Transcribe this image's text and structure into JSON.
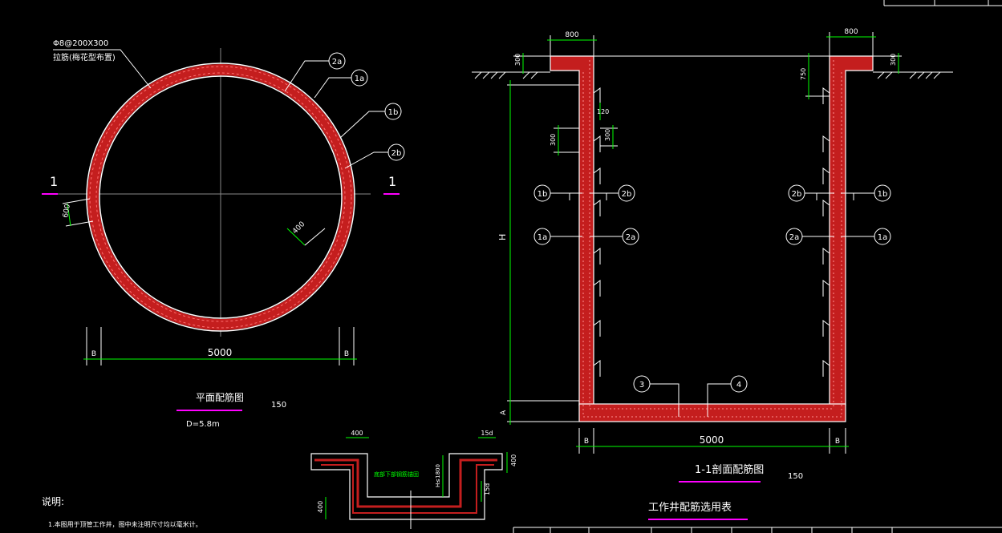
{
  "plan": {
    "rebar_note_1": "Φ8@200X300",
    "rebar_note_2": "拉筋(梅花型布置)",
    "title": "平面配筋图",
    "scale": "150",
    "diameter_note": "D=5.8m",
    "span": "5000",
    "wall_b_left": "B",
    "wall_b_right": "B",
    "dim_600": "600",
    "dim_400": "400",
    "section_mark": "1"
  },
  "section": {
    "title": "1-1剖面配筋图",
    "scale": "150",
    "span": "5000",
    "wall_b_left": "B",
    "wall_b_right": "B",
    "dim_800": "800",
    "dim_300": "300",
    "dim_750": "750",
    "dim_120": "120",
    "dim_h": "H",
    "dim_a": "A"
  },
  "bars": {
    "b1a": "1a",
    "b1b": "1b",
    "b2a": "2a",
    "b2b": "2b",
    "b3": "3",
    "b4": "4"
  },
  "detail": {
    "dim_400": "400",
    "dim_15d": "15d",
    "dim_h1800": "H≤1800",
    "embed_note": "底部下部钢筋锚固"
  },
  "table_title": "工作井配筋选用表",
  "notes": {
    "heading": "说明:",
    "line1": "1.本图用于顶管工作井，图中未注明尺寸均以毫米计。"
  },
  "colors": {
    "background": "#000000",
    "line": "#ffffff",
    "concrete": "#d42020",
    "rebar_hatch": "#ff6060",
    "dimension": "#00ff00",
    "underline": "#ff00ff",
    "axis": "#888888"
  }
}
